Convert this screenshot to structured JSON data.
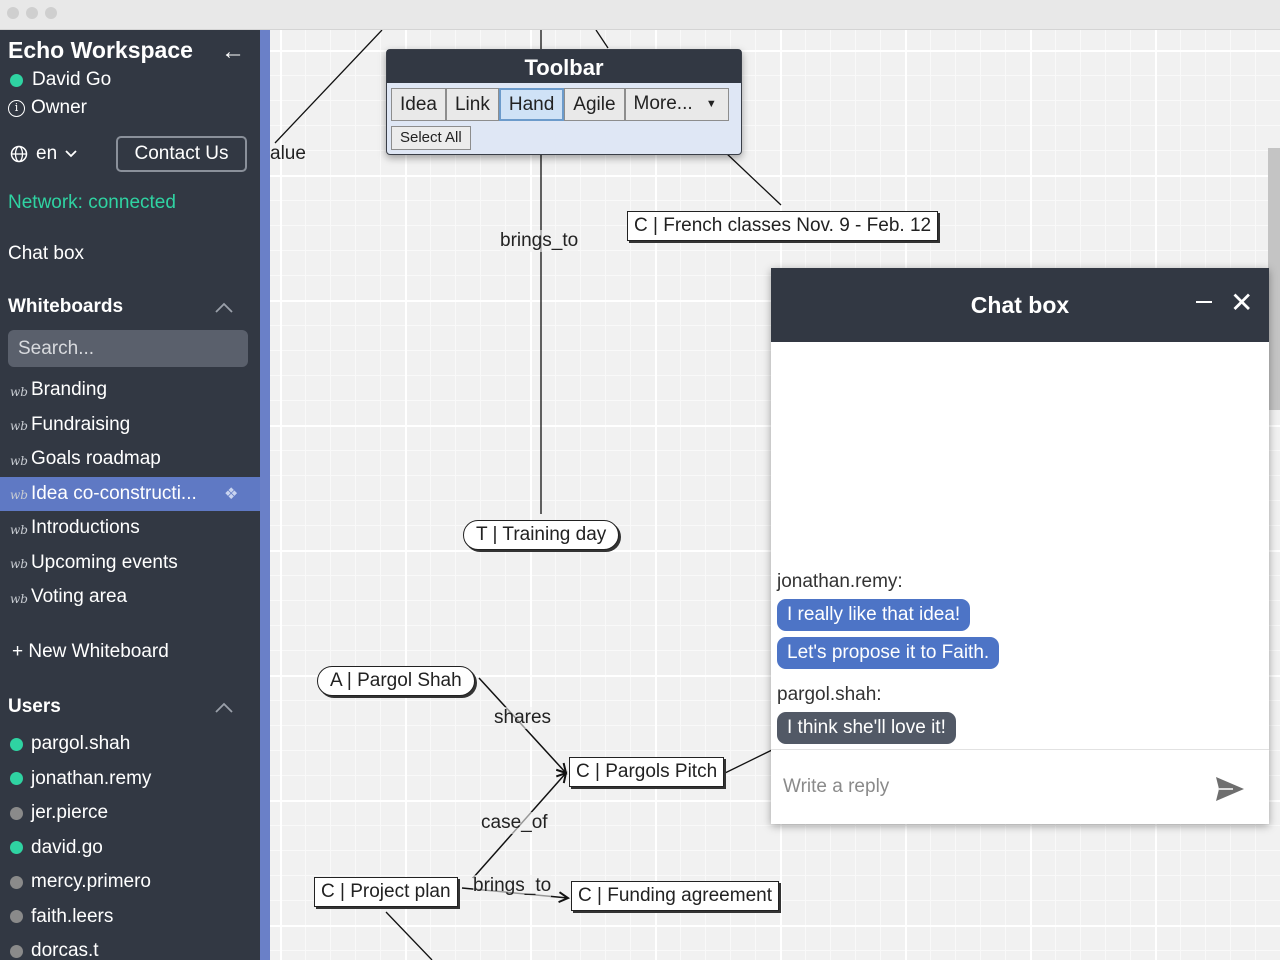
{
  "window": {
    "controls": [
      "close",
      "minimize",
      "maximize"
    ]
  },
  "sidebar": {
    "workspace_title": "Echo Workspace",
    "back_icon": "arrow-left-icon",
    "current_user": {
      "name": "David Go",
      "status_color": "#2fd3a2"
    },
    "role": "Owner",
    "language": "en",
    "contact_button": "Contact Us",
    "network_status": "Network: connected",
    "chat_box_link": "Chat box",
    "whiteboards": {
      "heading": "Whiteboards",
      "search_placeholder": "Search...",
      "tag": "wb",
      "items": [
        {
          "label": "Branding"
        },
        {
          "label": "Fundraising"
        },
        {
          "label": "Goals roadmap"
        },
        {
          "label": "Idea co-constructi...",
          "active": true
        },
        {
          "label": "Introductions"
        },
        {
          "label": "Upcoming events"
        },
        {
          "label": "Voting area"
        }
      ],
      "new_button": "+ New Whiteboard"
    },
    "users": {
      "heading": "Users",
      "items": [
        {
          "name": "pargol.shah",
          "online": true
        },
        {
          "name": "jonathan.remy",
          "online": true
        },
        {
          "name": "jer.pierce",
          "online": false
        },
        {
          "name": "david.go",
          "online": true
        },
        {
          "name": "mercy.primero",
          "online": false
        },
        {
          "name": "faith.leers",
          "online": false
        },
        {
          "name": "dorcas.t",
          "online": false
        }
      ]
    }
  },
  "whiteboard": {
    "nodes": {
      "french": "C | French classes Nov. 9 - Feb. 12",
      "training": "T | Training day",
      "pargol": "A | Pargol Shah",
      "pitch": "C | Pargols Pitch",
      "plan": "C | Project plan",
      "funding": "C | Funding agreement",
      "value_partial": "alue"
    },
    "edge_labels": {
      "brings_to_1": "brings_to",
      "shares": "shares",
      "case_of": "case_of",
      "brings_to_2": "brings_to"
    }
  },
  "toolbar": {
    "title": "Toolbar",
    "buttons": [
      "Idea",
      "Link",
      "Hand",
      "Agile"
    ],
    "selected": "Hand",
    "more": "More...",
    "select_all": "Select All"
  },
  "chat": {
    "title": "Chat box",
    "messages": [
      {
        "author": "jonathan.remy:",
        "lines": [
          "I really like that idea!",
          "Let's propose it to Faith."
        ]
      },
      {
        "author": "pargol.shah:",
        "lines": [
          "I think she'll love it!"
        ]
      }
    ],
    "reply_placeholder": "Write a reply"
  },
  "colors": {
    "sidebar_bg": "#323843",
    "accent": "#5f79c4",
    "online": "#2fd3a2",
    "offline": "#8a8a8a",
    "bubble_blue": "#4d74c6",
    "bubble_dark": "#525966"
  }
}
